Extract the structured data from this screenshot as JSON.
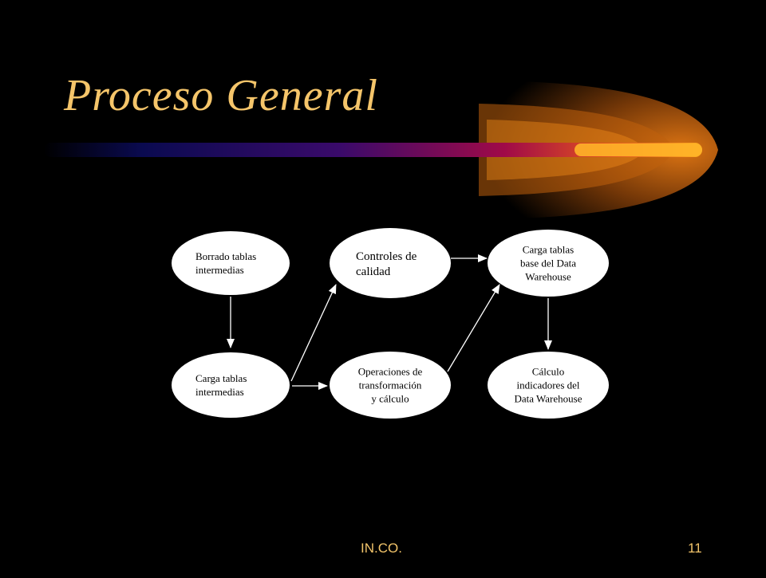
{
  "slide": {
    "title": "Proceso General",
    "footer_org": "IN.CO.",
    "slide_number": "11"
  },
  "diagram": {
    "nodes": [
      {
        "id": "borrado",
        "lines": [
          "Borrado tablas",
          "intermedias"
        ]
      },
      {
        "id": "controles",
        "lines": [
          "Controles de",
          "calidad"
        ]
      },
      {
        "id": "carga-base",
        "lines": [
          "Carga tablas",
          "base del Data",
          "Warehouse"
        ]
      },
      {
        "id": "carga-intermedias",
        "lines": [
          "Carga tablas",
          "intermedias"
        ]
      },
      {
        "id": "operaciones",
        "lines": [
          "Operaciones de",
          "transformación",
          "y cálculo"
        ]
      },
      {
        "id": "calculo",
        "lines": [
          "Cálculo",
          "indicadores del",
          "Data Warehouse"
        ]
      }
    ],
    "edges": [
      {
        "from": "borrado",
        "to": "carga-intermedias"
      },
      {
        "from": "carga-intermedias",
        "to": "controles"
      },
      {
        "from": "carga-intermedias",
        "to": "operaciones"
      },
      {
        "from": "controles",
        "to": "carga-base"
      },
      {
        "from": "operaciones",
        "to": "carga-base"
      },
      {
        "from": "carga-base",
        "to": "calculo"
      }
    ]
  }
}
